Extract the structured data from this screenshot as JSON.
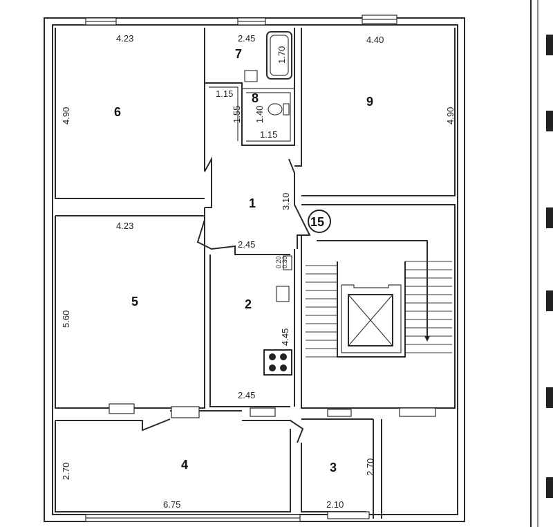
{
  "rooms": [
    {
      "number": "1",
      "dims": [
        "3.10",
        "2.45"
      ]
    },
    {
      "number": "2",
      "dims": [
        "4.45",
        "2.45"
      ]
    },
    {
      "number": "3",
      "dims": [
        "2.70",
        "2.10"
      ]
    },
    {
      "number": "4",
      "dims": [
        "2.70",
        "6.75"
      ]
    },
    {
      "number": "5",
      "dims": [
        "4.23",
        "5.60"
      ]
    },
    {
      "number": "6",
      "dims": [
        "4.23",
        "4.90"
      ]
    },
    {
      "number": "7",
      "dims": [
        "2.45",
        "1.70"
      ]
    },
    {
      "number": "8",
      "dims": [
        "1.15",
        "1.55",
        "1.40",
        "1.15"
      ]
    },
    {
      "number": "9",
      "dims": [
        "4.40",
        "4.90"
      ]
    }
  ],
  "stair_label": "15",
  "small_dims": [
    "0.20",
    "0.30"
  ]
}
